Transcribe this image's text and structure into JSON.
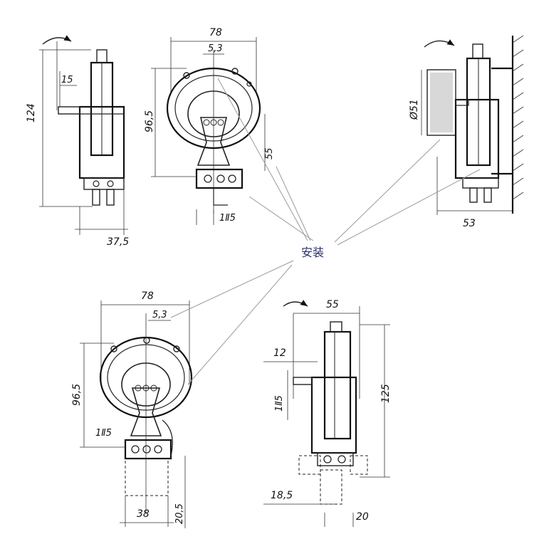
{
  "center_label": "安装",
  "views": {
    "side_left": {
      "height": "124",
      "shaft": "15",
      "width": "37,5"
    },
    "front_top": {
      "width": "78",
      "offset": "5,3",
      "height": "96,5",
      "side": "55",
      "hole": "1Ⅱ5"
    },
    "wall_mount": {
      "diameter": "Ø51",
      "depth": "53"
    },
    "front_bottom": {
      "width": "78",
      "offset": "5,3",
      "height": "96,5",
      "hole": "1Ⅱ5",
      "base_width": "38",
      "base_height": "20,5"
    },
    "side_bottom": {
      "width": "55",
      "shaft": "12",
      "shaft_height": "1Ⅱ5",
      "height": "125",
      "foot_offset": "18,5",
      "foot": "20"
    }
  }
}
